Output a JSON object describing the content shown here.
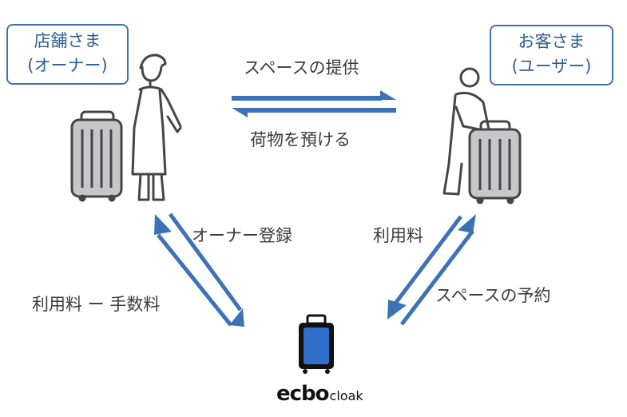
{
  "owner": {
    "line1": "店舗さま",
    "line2": "(オーナー)"
  },
  "customer": {
    "line1": "お客さま",
    "line2": "(ユーザー)"
  },
  "flows": {
    "space_provision": "スペースの提供",
    "luggage_deposit": "荷物を預ける",
    "owner_registration": "オーナー登録",
    "usage_fee_top": "利用料",
    "fee_minus_commission": "利用料 ー 手数料",
    "space_reservation": "スペースの予約"
  },
  "brand": {
    "part1": "ecbo",
    "part2": "cloak"
  },
  "colors": {
    "accent": "#3d73b5",
    "icon_stroke": "#454545",
    "suitcase_fill": "#c7c7c9",
    "brand_suitcase": "#2f6fc9"
  }
}
